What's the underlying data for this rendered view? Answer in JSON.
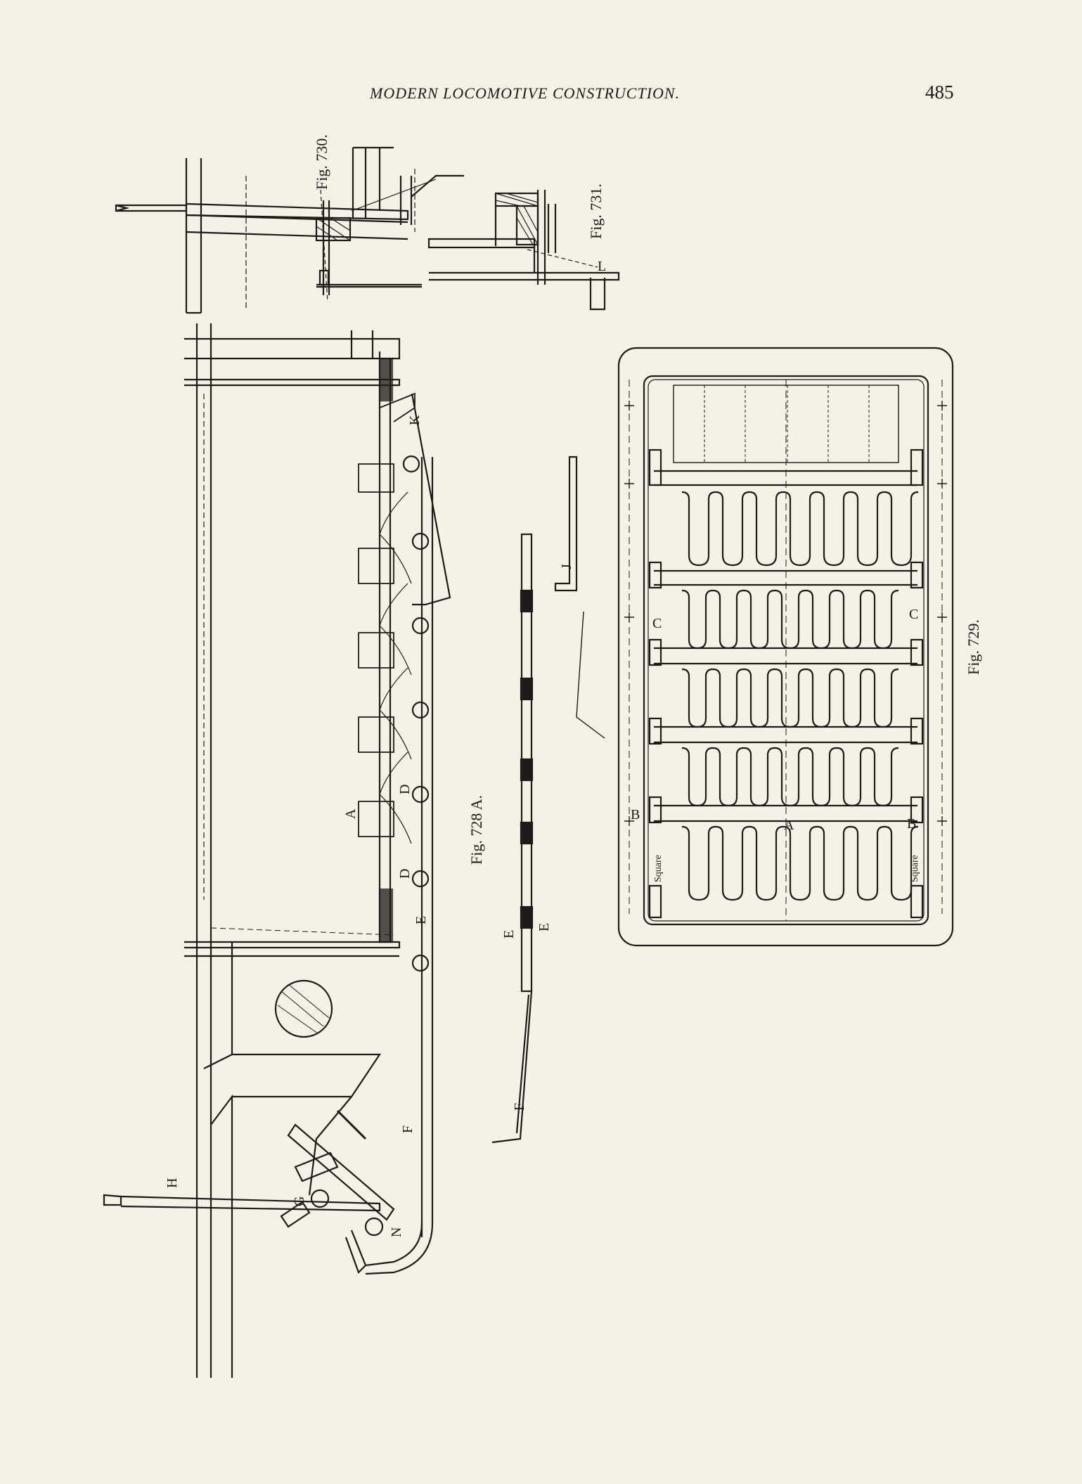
{
  "running_head": "MODERN LOCOMOTIVE CONSTRUCTION.",
  "page_number": "485",
  "figures": {
    "fig730": "Fig. 730.",
    "fig731": "Fig. 731.",
    "fig729": "Fig. 729.",
    "fig728a": "Fig. 728 A."
  },
  "letters": {
    "K": "K",
    "J": "J",
    "L": "L",
    "A": "A",
    "B": "B",
    "C": "C",
    "D": "D",
    "E": "E",
    "F": "F",
    "G": "G",
    "H": "H",
    "N": "N",
    "square": "Square"
  }
}
